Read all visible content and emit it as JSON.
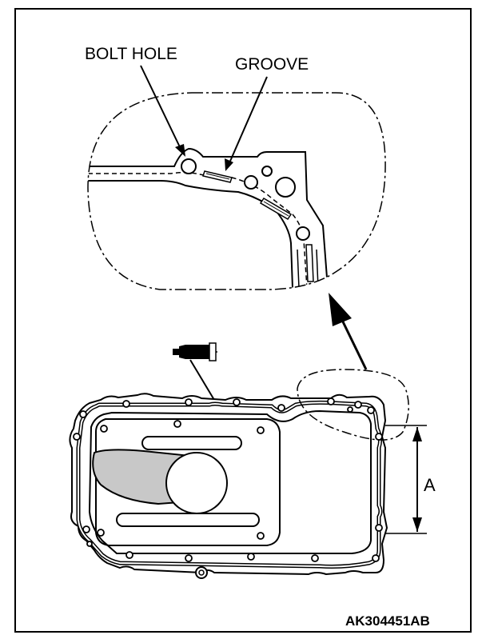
{
  "labels": {
    "bolt_hole": "BOLT HOLE",
    "groove": "GROOVE",
    "dimension": "A",
    "figure_code": "AK304451AB"
  },
  "colors": {
    "line": "#000000",
    "background": "#ffffff",
    "shade": "#c8c8c8"
  }
}
